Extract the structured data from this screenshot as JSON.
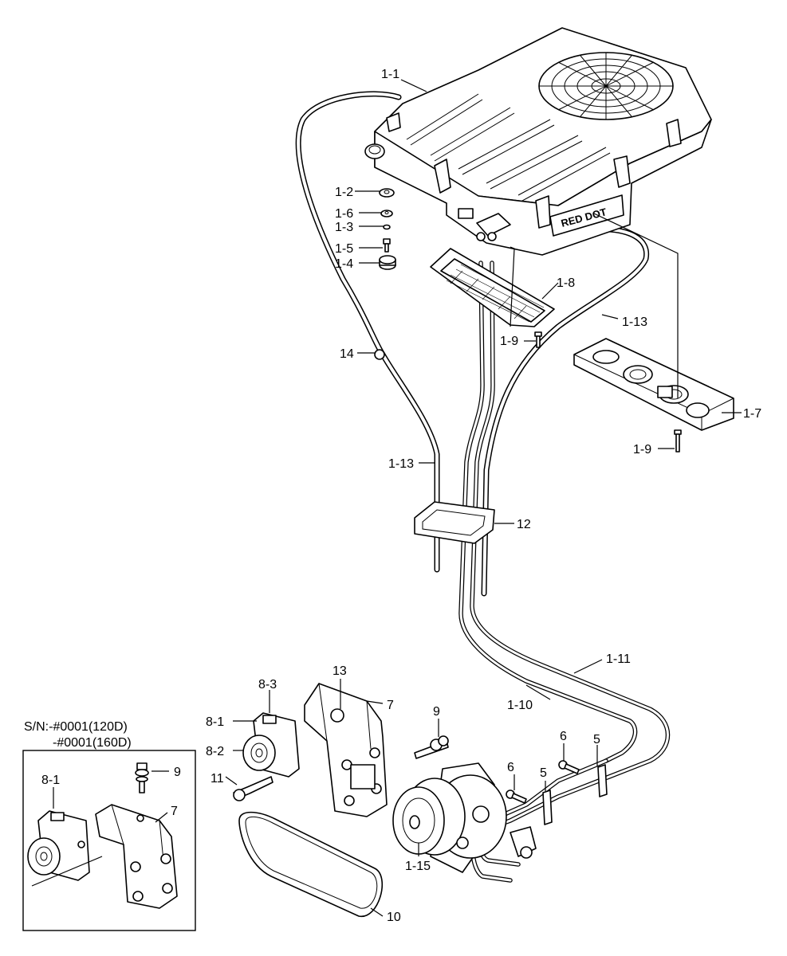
{
  "diagram": {
    "labels": {
      "p1_1": "1-1",
      "p1_2": "1-2",
      "p1_6": "1-6",
      "p1_3": "1-3",
      "p1_5": "1-5",
      "p1_4": "1-4",
      "p1_8": "1-8",
      "p1_13a": "1-13",
      "p1_9a": "1-9",
      "p14": "14",
      "p1_7": "1-7",
      "p1_9b": "1-9",
      "p1_13b": "1-13",
      "p12": "12",
      "p1_11": "1-11",
      "p1_10": "1-10",
      "p13": "13",
      "p8_3": "8-3",
      "p7a": "7",
      "p8_1a": "8-1",
      "p9a": "9",
      "p8_2": "8-2",
      "p6a": "6",
      "p5a": "5",
      "p6b": "6",
      "p5b": "5",
      "p11": "11",
      "p1_15": "1-15",
      "p10": "10"
    },
    "inset": {
      "title_line1": "S/N:-#0001(120D)",
      "title_line2": "-#0001(160D)",
      "p8_1": "8-1",
      "p9": "9",
      "p7": "7"
    },
    "unit_badge_text": "RED DOT",
    "colors": {
      "ink": "#000000",
      "paper": "#ffffff"
    }
  }
}
